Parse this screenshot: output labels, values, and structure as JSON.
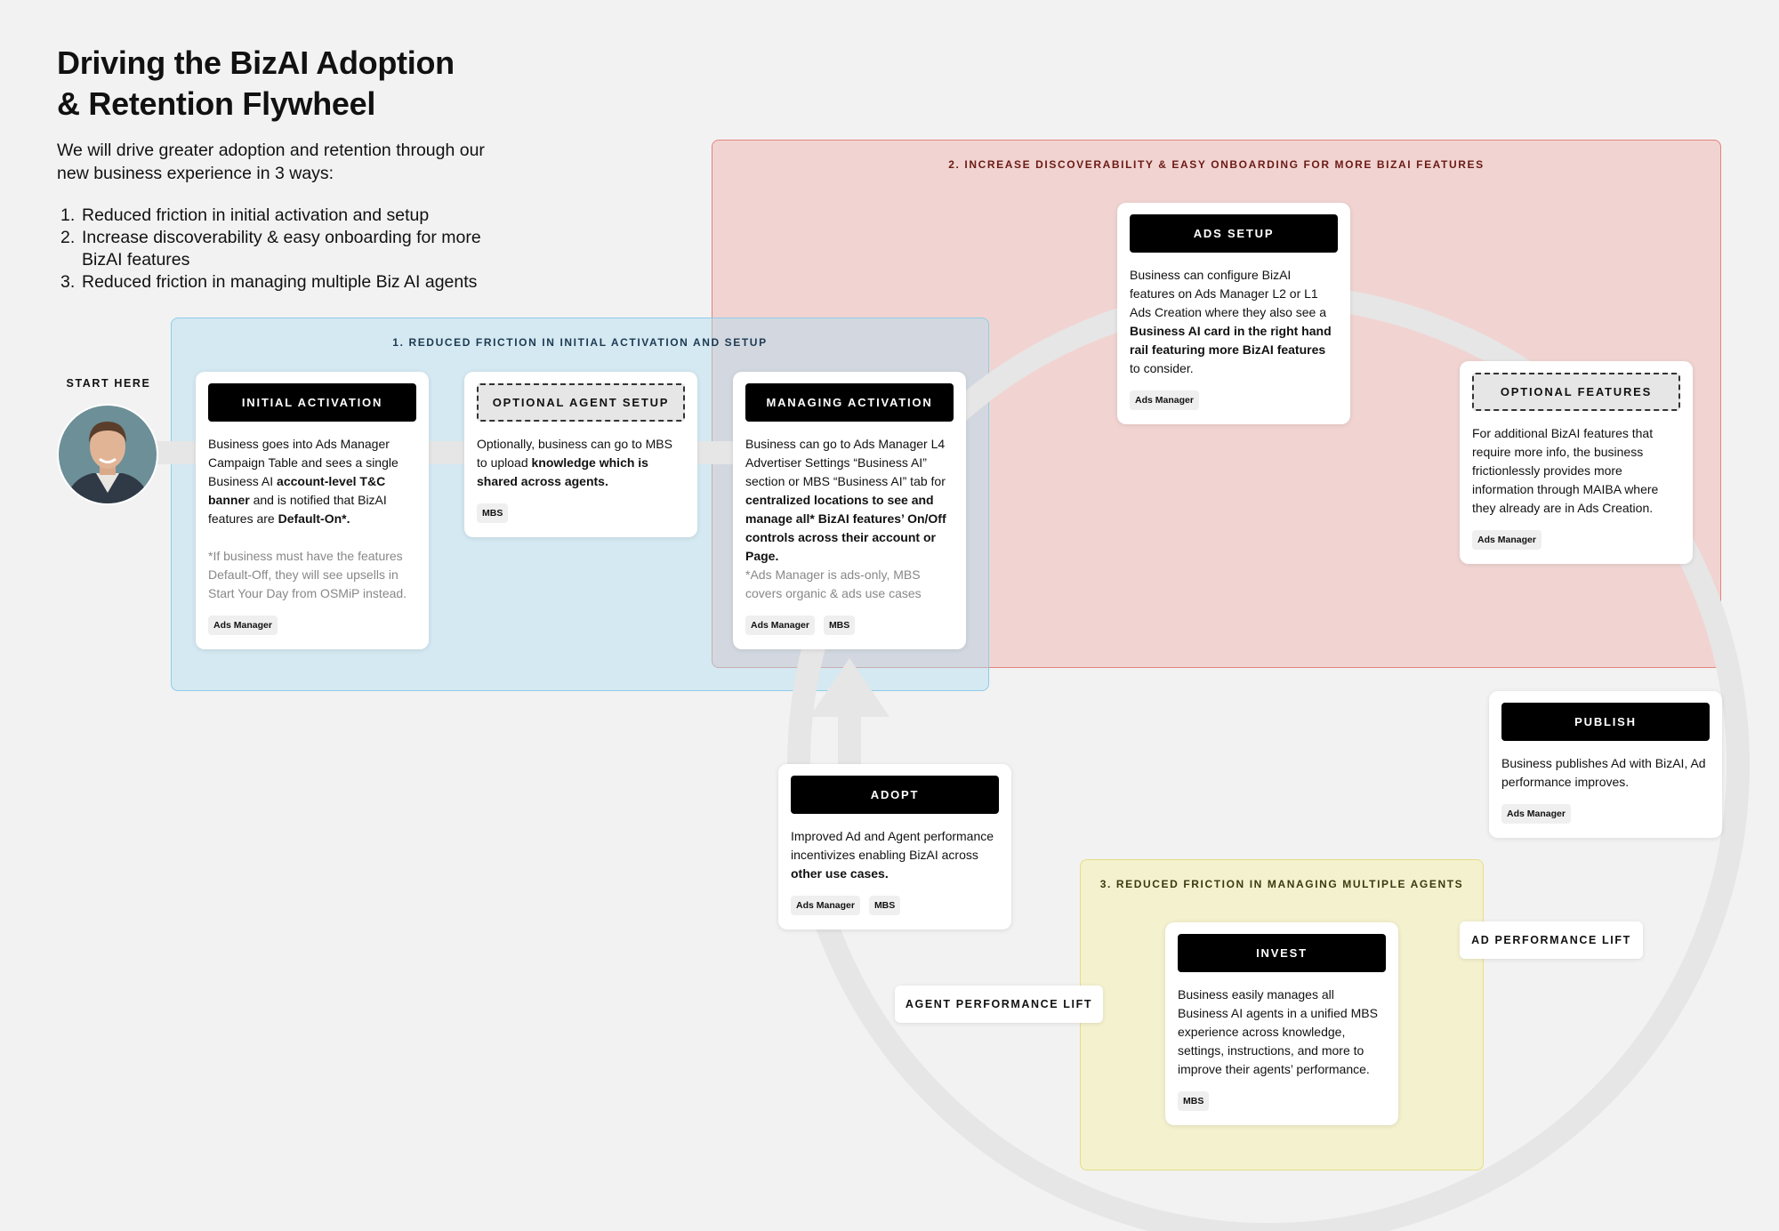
{
  "title": {
    "line1": "Driving the BizAI Adoption",
    "line2": "& Retention Flywheel"
  },
  "intro": "We will drive greater adoption and retention through our new business experience in 3 ways:",
  "ways": [
    {
      "num": "1.",
      "text": "Reduced friction in initial activation and setup"
    },
    {
      "num": "2.",
      "text": "Increase discoverability & easy onboarding for more BizAI features"
    },
    {
      "num": "3.",
      "text": "Reduced friction in managing multiple Biz AI agents"
    }
  ],
  "zones": {
    "z1": "1. Reduced friction in initial activation and setup",
    "z2": "2. Increase discoverability & easy onboarding for more BizAI features",
    "z3": "3. Reduced friction in managing multiple agents"
  },
  "start": {
    "label": "Start here",
    "avatar_icon": "person-avatar-icon"
  },
  "cards": {
    "initial": {
      "header": "Initial Activation",
      "p1": "Business goes into Ads Manager Campaign Table and sees a single Business AI ",
      "b1": "account-level T&C banner",
      "p2": " and is notified that BizAI features are ",
      "b2": "Default-On*.",
      "note": "*If business must have the features Default-Off, they will see upsells in Start Your Day from OSMiP instead.",
      "tags": [
        "Ads Manager"
      ]
    },
    "agent_setup": {
      "header": "Optional Agent Setup",
      "p1": "Optionally, business can go to MBS to upload ",
      "b1": "knowledge which is shared across agents.",
      "tags": [
        "MBS"
      ]
    },
    "managing": {
      "header": "Managing Activation",
      "p1": "Business can go to Ads Manager L4 Advertiser Settings “Business AI” section or MBS “Business AI” tab for ",
      "b1": "centralized locations to see and manage all* BizAI features’ On/Off controls across their account or Page.",
      "note": "*Ads Manager is ads-only, MBS covers organic & ads use cases",
      "tags": [
        "Ads Manager",
        "MBS"
      ]
    },
    "ads_setup": {
      "header": "Ads Setup",
      "p1": "Business can configure BizAI features on Ads Manager L2 or L1 Ads Creation where they also see a ",
      "b1": "Business AI card in the right hand rail featuring more BizAI features",
      "p2": " to consider.",
      "tags": [
        "Ads Manager"
      ]
    },
    "optional_features": {
      "header": "Optional Features",
      "p1": "For additional BizAI features that require more info, the business frictionlessly provides more information through MAIBA where they already are in Ads Creation.",
      "tags": [
        "Ads Manager"
      ]
    },
    "publish": {
      "header": "Publish",
      "p1": "Business publishes Ad with BizAI, Ad performance improves.",
      "tags": [
        "Ads Manager"
      ]
    },
    "invest": {
      "header": "Invest",
      "p1": "Business easily manages all Business AI agents in a unified MBS experience across knowledge, settings, instructions, and more to improve their agents’ performance.",
      "tags": [
        "MBS"
      ]
    },
    "adopt": {
      "header": "Adopt",
      "p1": "Improved Ad and Agent performance incentivizes enabling BizAI across ",
      "b1": "other use cases.",
      "tags": [
        "Ads Manager",
        "MBS"
      ]
    }
  },
  "pills": {
    "ad_lift": "Ad performance lift",
    "agent_lift": "Agent performance lift"
  },
  "colors": {
    "background": "#f2f2f2",
    "zone1": "#b0ddf2",
    "zone2": "#f0aca6",
    "zone3": "#f5f1c8",
    "header": "#000000",
    "ring": "#e6e6e6"
  }
}
